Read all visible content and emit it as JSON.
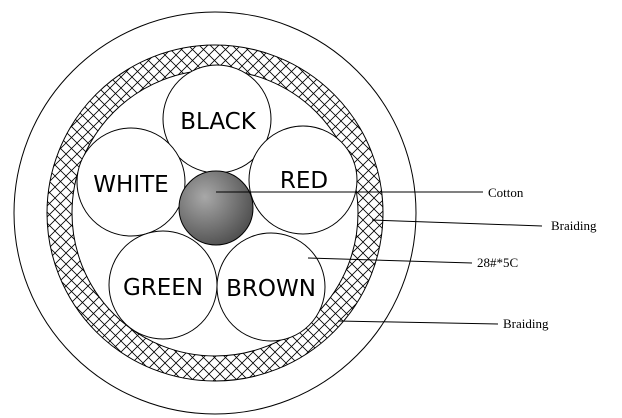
{
  "wires": [
    {
      "label": "BLACK"
    },
    {
      "label": "WHITE"
    },
    {
      "label": "RED"
    },
    {
      "label": "GREEN"
    },
    {
      "label": "BROWN"
    }
  ],
  "callouts": {
    "cotton": "Cotton",
    "braiding_outer": "Braiding",
    "conductor": "28#*5C",
    "braiding_inner": "Braiding"
  },
  "colors": {
    "outline": "#000000",
    "background": "#ffffff",
    "core_light": "#a8a8a8",
    "core_dark": "#505050"
  }
}
